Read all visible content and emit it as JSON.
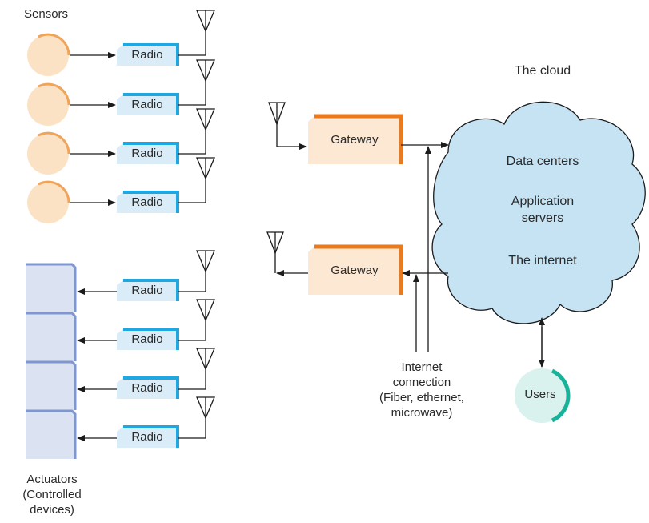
{
  "labels": {
    "sensors": "Sensors",
    "actuators": [
      "Actuators",
      "(Controlled",
      "devices)"
    ],
    "cloud_title": "The cloud",
    "cloud_lines": [
      "Data centers",
      "Application",
      "servers",
      "The internet"
    ],
    "internet_connection": [
      "Internet",
      "connection",
      "(Fiber, ethernet,",
      "microwave)"
    ],
    "users": "Users"
  },
  "radio_label": "Radio",
  "gateway_label": "Gateway",
  "sensor_radios": [
    "Radio",
    "Radio",
    "Radio",
    "Radio"
  ],
  "actuator_radios": [
    "Radio",
    "Radio",
    "Radio",
    "Radio"
  ],
  "colors": {
    "radio_fill": "#d9ecf7",
    "radio_accent": "#1ea7e1",
    "gateway_fill": "#fce8d3",
    "gateway_accent": "#ea7a1c",
    "sensor_fill": "#fbe2c4",
    "sensor_edge": "#f0a45a",
    "actuator_fill": "#dbe3f3",
    "actuator_edge": "#7f96cf",
    "cloud_fill": "#c6e3f4",
    "cloud_stroke": "#1b1b1b",
    "users_fill": "#d9f2ee",
    "users_accent": "#16b39a",
    "line": "#1b1b1b"
  }
}
